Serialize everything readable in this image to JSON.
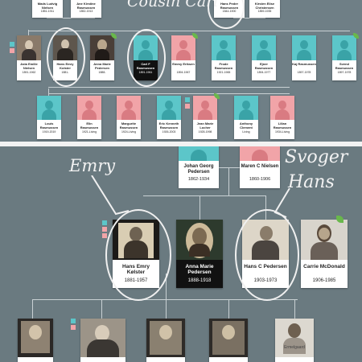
{
  "annotations": {
    "cousin": "Cousin Carl",
    "emry": "Emry",
    "svoger": "Svoger",
    "hans": "Hans"
  },
  "top": {
    "row1": [
      {
        "name": "Mads Ludvig Nielsen",
        "dates": "1851-1911"
      },
      {
        "name": "Ane Kirstine Rasmussen",
        "dates": "1852-1913"
      },
      {
        "name": "Hans Peder Rasmussen",
        "dates": "1844-1900"
      },
      {
        "name": "Kirsten Elise Christensen",
        "dates": "1859-1935"
      }
    ],
    "row2": [
      {
        "name": "Asta Emilie Nielsen",
        "dates": "1891-1962"
      },
      {
        "name": "Hans Emry Kolster",
        "dates": "1881-"
      },
      {
        "name": "Anna Marie Pedersen",
        "dates": "1888-"
      },
      {
        "name": "Carl F Rasmussen",
        "dates": "1891-1961"
      },
      {
        "name": "Emmy Eriksen",
        "dates": "1894-1967"
      },
      {
        "name": "Frode Rasmussen",
        "dates": "1921-1965"
      },
      {
        "name": "Ejner Rasmussen",
        "dates": "1894-1977"
      },
      {
        "name": "Kaj Rasmussen",
        "dates": "1897-1978"
      },
      {
        "name": "Svend Rasmussen",
        "dates": "1897-1978"
      }
    ],
    "row3": [
      {
        "name": "Louis Rasmussen",
        "dates": "1919-2019"
      },
      {
        "name": "Elin Rasmussen",
        "dates": "1921-Living"
      },
      {
        "name": "Margurite Rasmussen",
        "dates": "1924-Living"
      },
      {
        "name": "Eric Kenneth Rasmussen",
        "dates": "1926-2003"
      },
      {
        "name": "Jean Marie Locher",
        "dates": "1928-1998"
      },
      {
        "name": "Anthony Clement",
        "dates": "Living"
      },
      {
        "name": "Lilian Rasmussen",
        "dates": "1934-Living"
      }
    ]
  },
  "bottom": {
    "grandparents": [
      {
        "name": "Johan Georg Pedersen",
        "dates": "1862-1934"
      },
      {
        "name": "Maren C Nielsen",
        "dates": "1860-1906"
      }
    ],
    "parents": [
      {
        "name": "Hans Emry Kølster",
        "dates": "1881-1957"
      },
      {
        "name": "Anna Marie Pedersen",
        "dates": "1888-1918"
      },
      {
        "name": "Hans C Pedersen",
        "dates": "1903-1973"
      },
      {
        "name": "Carrie McDonald",
        "dates": "1906-1985"
      }
    ],
    "children_caption": "Ermelgaard"
  },
  "colors": {
    "male_placeholder": "#5cc6c9",
    "female_placeholder": "#f1a4a8",
    "background": "#6f7f86",
    "hint_leaf": "#69b84b",
    "selected_card": "#111111"
  },
  "icons": [
    "person-silhouette-icon",
    "hint-leaf-icon",
    "relationship-chip-icon"
  ]
}
